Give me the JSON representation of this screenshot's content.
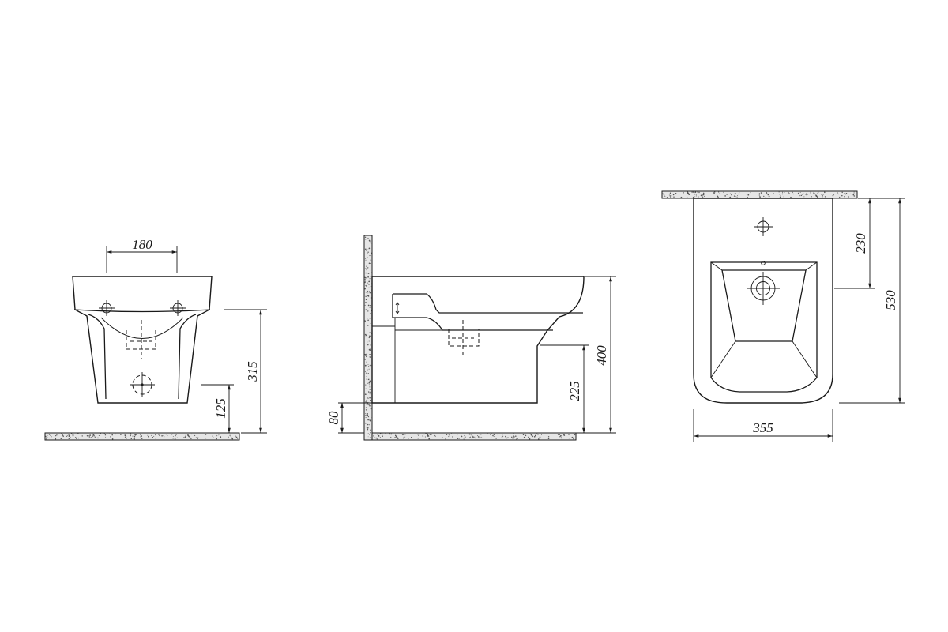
{
  "dimensions": {
    "front": {
      "width_between_holes": "180",
      "rim_height": "315",
      "drain_height": "125"
    },
    "side": {
      "total_height": "400",
      "outlet_height": "225",
      "inlet_height": "80"
    },
    "top": {
      "tap_hole_distance": "230",
      "length": "530",
      "width": "355"
    }
  },
  "colors": {
    "line": "#1a1a1a",
    "slab": "#e6e6e6",
    "background": "#ffffff"
  }
}
